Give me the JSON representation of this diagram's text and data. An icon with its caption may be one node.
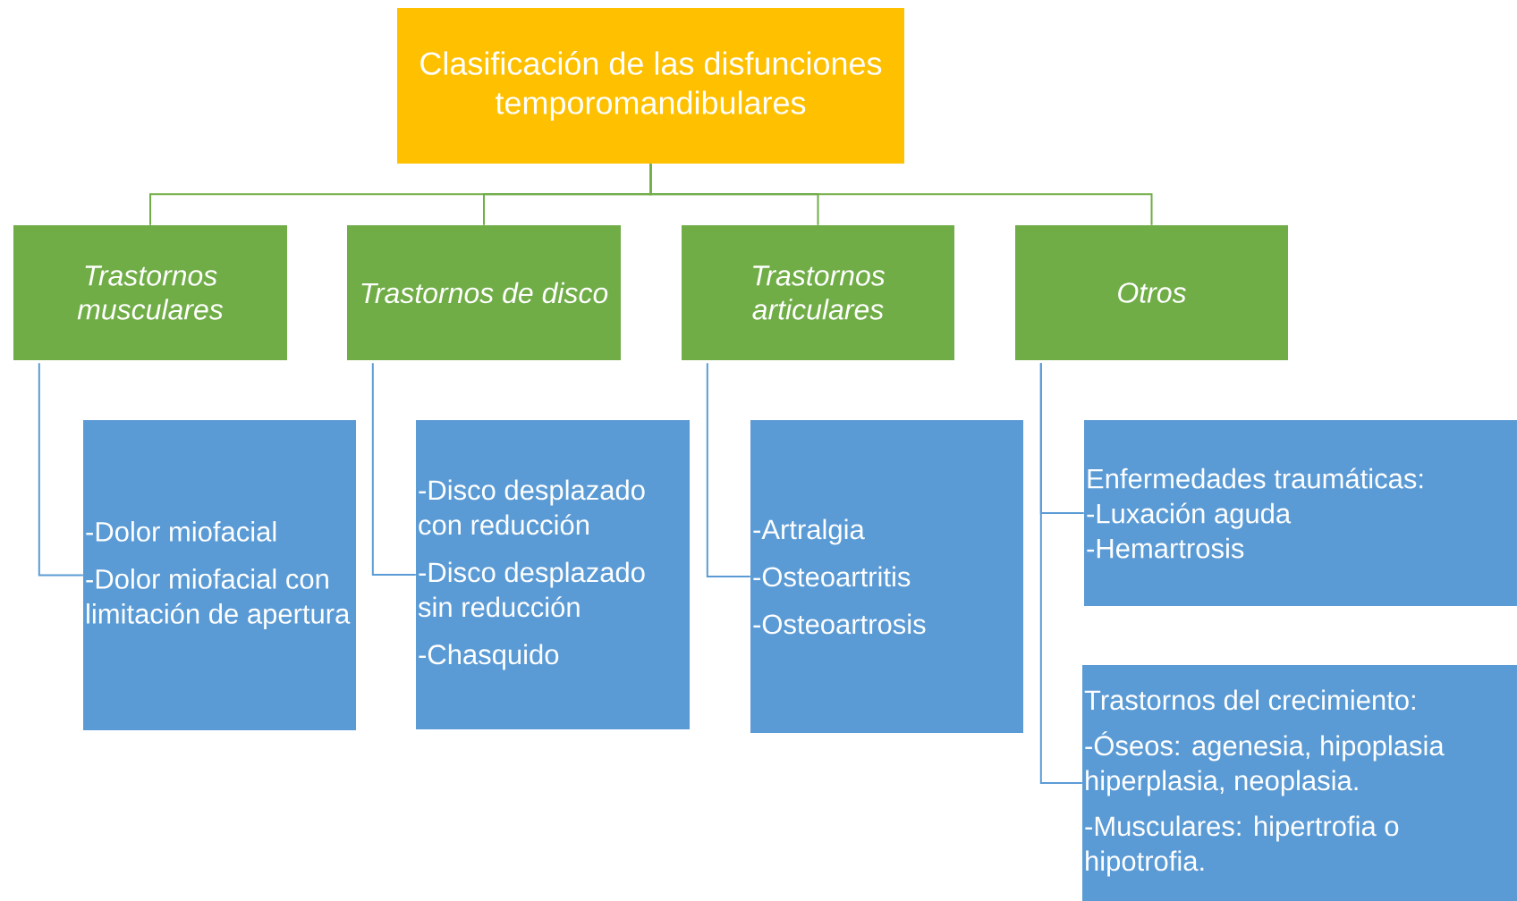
{
  "diagram": {
    "nodes": [
      {
        "text": [
          "Clasificación de las disfunciones temporomandibulares"
        ]
      },
      {
        "text": [
          "Trastornos musculares"
        ]
      },
      {
        "text": [
          "Trastornos de disco"
        ]
      },
      {
        "text": [
          "Trastornos articulares"
        ]
      },
      {
        "text": [
          "Otros"
        ]
      },
      {
        "text": [
          "-Dolor miofacial",
          "-Dolor miofacial con limitación de apertura"
        ]
      },
      {
        "text": [
          "-Disco desplazado con reducción",
          "-Disco desplazado sin reducción",
          "-Chasquido"
        ]
      },
      {
        "text": [
          "-Artralgia",
          "-Osteoartritis",
          "-Osteoartrosis"
        ]
      },
      {
        "text": [
          "Enfermedades traumáticas:",
          "-Luxación aguda",
          "-Hemartrosis"
        ]
      },
      {
        "text": [
          "Trastornos del crecimiento:",
          "-Óseos: agenesia, hipoplasia hiperplasia, neoplasia.",
          "-Musculares: hipertrofia o hipotrofia."
        ]
      }
    ],
    "edges": [
      {
        "from": 0,
        "to": 1,
        "arrow": "none",
        "color": "#70ad47"
      },
      {
        "from": 0,
        "to": 2,
        "arrow": "none",
        "color": "#70ad47"
      },
      {
        "from": 0,
        "to": 3,
        "arrow": "none",
        "color": "#70ad47"
      },
      {
        "from": 0,
        "to": 4,
        "arrow": "none",
        "color": "#70ad47"
      },
      {
        "from": 1,
        "to": 5,
        "arrow": "none"
      },
      {
        "from": 2,
        "to": 6,
        "arrow": "none"
      },
      {
        "from": 3,
        "to": 7,
        "arrow": "none"
      },
      {
        "from": 4,
        "to": 8,
        "arrow": "none"
      },
      {
        "from": 4,
        "to": 9,
        "arrow": "none"
      }
    ]
  }
}
